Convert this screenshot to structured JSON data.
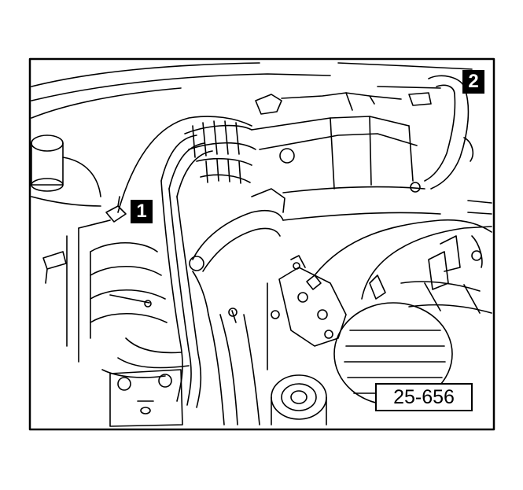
{
  "callouts": {
    "one": "1",
    "two": "2"
  },
  "figure_number": "25-656",
  "colors": {
    "ink": "#000000",
    "paper": "#ffffff"
  }
}
